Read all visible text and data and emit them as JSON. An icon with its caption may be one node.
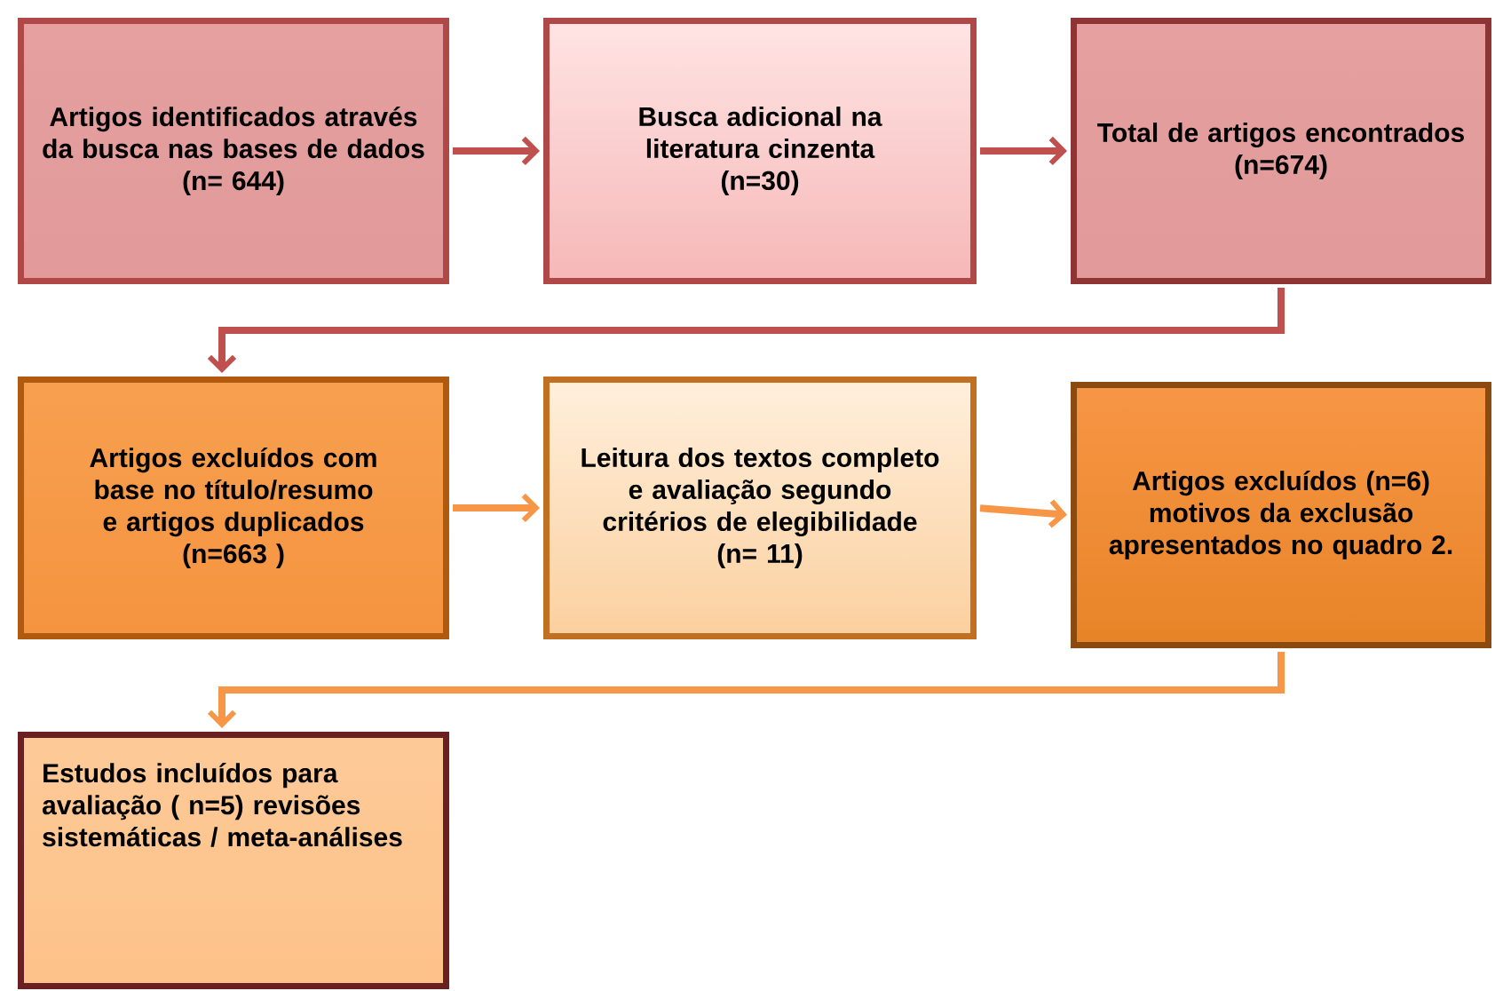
{
  "diagram": {
    "nodes": [
      {
        "text": [
          "Artigos identificados através da busca nas bases de dados",
          "(n= 644)"
        ]
      },
      {
        "text": [
          "Busca adicional na literatura cinzenta",
          "(n=30)"
        ]
      },
      {
        "text": [
          "Total de artigos encontrados",
          "(n=674)"
        ]
      },
      {
        "text": [
          "Artigos excluídos com base no título/resumo e artigos duplicados",
          "(n=663 )"
        ]
      },
      {
        "text": [
          "Leitura dos textos completo e avaliação segundo critérios de elegibilidade",
          "(n= 11)"
        ]
      },
      {
        "text": [
          "Artigos excluídos (n=6) motivos da exclusão apresentados no quadro 2."
        ]
      },
      {
        "text": [
          "Estudos incluídos para avaliação ( n=5) revisões sistemáticas / meta-análises"
        ]
      }
    ],
    "edges": [
      {
        "from": 0,
        "to": 1,
        "arrow": "to",
        "color": "#c0504d"
      },
      {
        "from": 1,
        "to": 2,
        "arrow": "to",
        "color": "#c0504d"
      },
      {
        "from": 2,
        "to": 3,
        "arrow": "to",
        "color": "#c0504d"
      },
      {
        "from": 3,
        "to": 4,
        "arrow": "to",
        "color": "#f79646"
      },
      {
        "from": 4,
        "to": 5,
        "arrow": "to",
        "color": "#f79646"
      },
      {
        "from": 5,
        "to": 6,
        "arrow": "to",
        "color": "#f79646"
      }
    ]
  }
}
